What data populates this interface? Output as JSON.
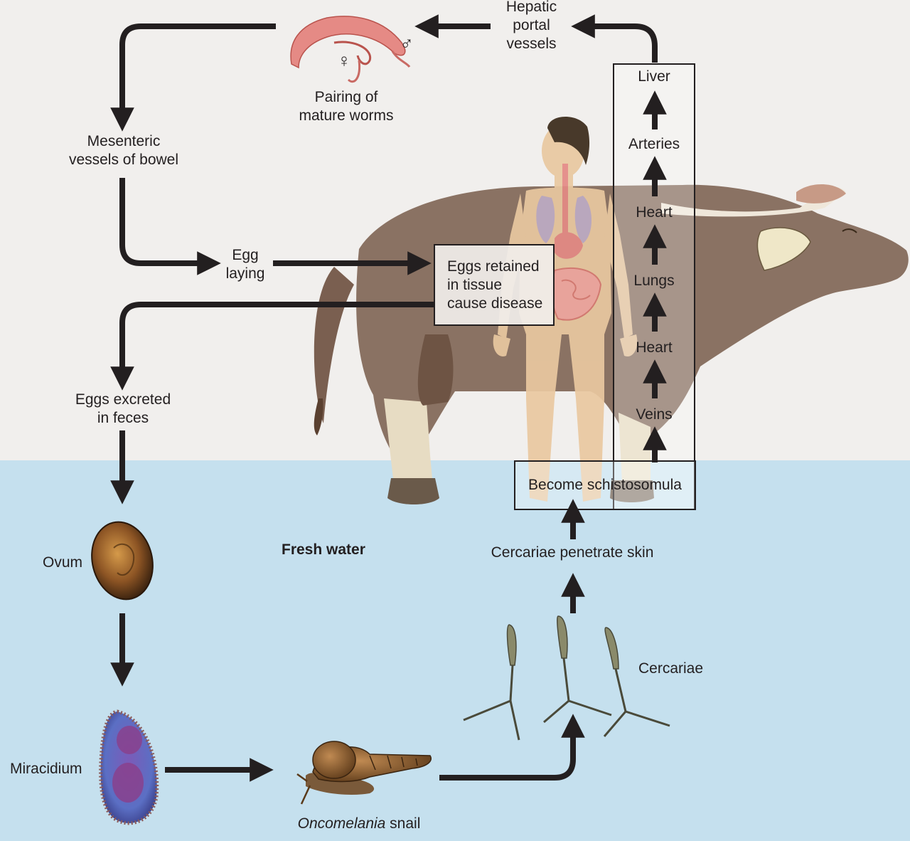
{
  "diagram": {
    "colors": {
      "sky": "#f1efed",
      "water": "#c5e0ee",
      "arrow": "#231f20",
      "buffalo": "#8a7263",
      "human": "#e9c8a0",
      "worm": "#e58a85"
    },
    "labels": {
      "hepatic": [
        "Hepatic",
        "portal",
        "vessels"
      ],
      "pairing": [
        "Pairing of",
        "mature worms"
      ],
      "mesenteric": [
        "Mesenteric",
        "vessels of bowel"
      ],
      "egg_laying": [
        "Egg",
        "laying"
      ],
      "eggs_retained": [
        "Eggs retained",
        "in tissue",
        "cause disease"
      ],
      "eggs_excreted": [
        "Eggs excreted",
        "in feces"
      ],
      "ovum": "Ovum",
      "fresh_water": "Fresh water",
      "miracidium": "Miracidium",
      "snail_italic": "Oncomelania",
      "snail_rest": " snail",
      "cercariae_penetrate": "Cercariae penetrate skin",
      "cercariae": "Cercariae",
      "schistosomula": "Become schistosomula",
      "female_symbol": "♀",
      "male_symbol": "♂"
    },
    "circulation_stack": [
      "Liver",
      "Arteries",
      "Heart",
      "Lungs",
      "Heart",
      "Veins"
    ],
    "icons": [
      "worm-pair-icon",
      "buffalo-icon",
      "human-figure-icon",
      "ovum-icon",
      "miracidium-icon",
      "snail-icon",
      "cercaria-icon"
    ]
  }
}
